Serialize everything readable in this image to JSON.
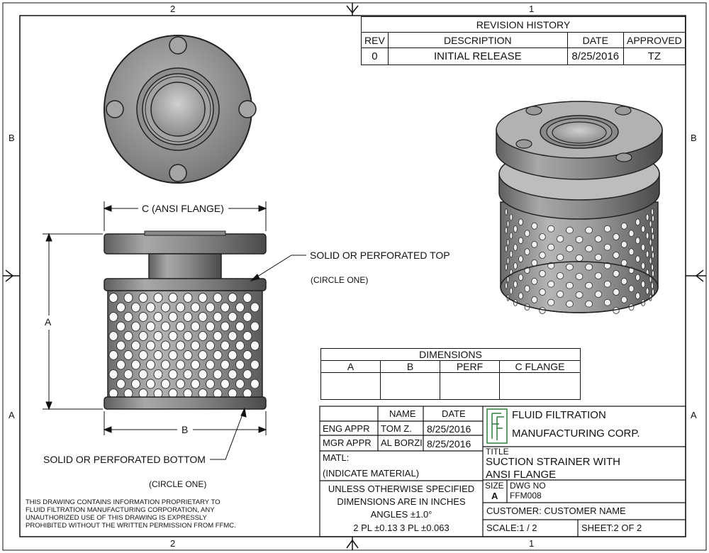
{
  "zones": {
    "top_left": "2",
    "top_right": "1",
    "bottom_left": "2",
    "bottom_right": "1",
    "left_upper": "B",
    "left_lower": "A",
    "right_upper": "B",
    "right_lower": "A"
  },
  "revision_history": {
    "title": "REVISION HISTORY",
    "headers": [
      "REV",
      "DESCRIPTION",
      "DATE",
      "APPROVED"
    ],
    "rows": [
      [
        "0",
        "INITIAL RELEASE",
        "8/25/2016",
        "TZ"
      ]
    ]
  },
  "callouts": {
    "top_label": "SOLID OR PERFORATED TOP",
    "top_circle": "(CIRCLE ONE)",
    "bottom_label": "SOLID OR PERFORATED BOTTOM",
    "bottom_circle": "(CIRCLE ONE)"
  },
  "dimension_labels": {
    "c": "C (ANSI FLANGE)",
    "a": "A",
    "b": "B"
  },
  "dimensions_table": {
    "title": "DIMENSIONS",
    "headers": [
      "A",
      "B",
      "PERF",
      "C FLANGE"
    ],
    "values": [
      "",
      "",
      "",
      ""
    ]
  },
  "approvals": {
    "name_header": "NAME",
    "date_header": "DATE",
    "rows": [
      {
        "role": "ENG APPR",
        "name": "TOM Z.",
        "date": "8/25/2016"
      },
      {
        "role": "MGR APPR",
        "name": "AL BORZI",
        "date": "8/25/2016"
      }
    ]
  },
  "material": {
    "label": "MATL:",
    "value": "(INDICATE MATERIAL)"
  },
  "tolerances": {
    "line1": "UNLESS OTHERWISE SPECIFIED",
    "line2": "DIMENSIONS ARE IN INCHES",
    "line3": "ANGLES ±1.0°",
    "line4": "2 PL ±0.13 3 PL ±0.063"
  },
  "company": {
    "line1": "FLUID FILTRATION",
    "line2": "MANUFACTURING CORP.",
    "logo_letters": "FF"
  },
  "title_block": {
    "title_label": "TITLE",
    "title_line1": "SUCTION STRAINER WITH",
    "title_line2": "ANSI FLANGE",
    "size_label": "SIZE",
    "size": "A",
    "dwg_label": "DWG NO",
    "dwg": "FFM008",
    "customer": "CUSTOMER: CUSTOMER NAME",
    "scale": "SCALE:1 / 2",
    "sheet": "SHEET:2  OF 2"
  },
  "proprietary": [
    "THIS DRAWING CONTAINS INFORMATION PROPRIETARY TO",
    "FLUID FILTRATION MANUFACTURING CORPORATION, ANY",
    "UNAUTHORIZED USE OF THIS DRAWING IS EXPRESSLY",
    "PROHIBITED WITHOUT THE WRITTEN PERMISSION FROM FFMC."
  ]
}
